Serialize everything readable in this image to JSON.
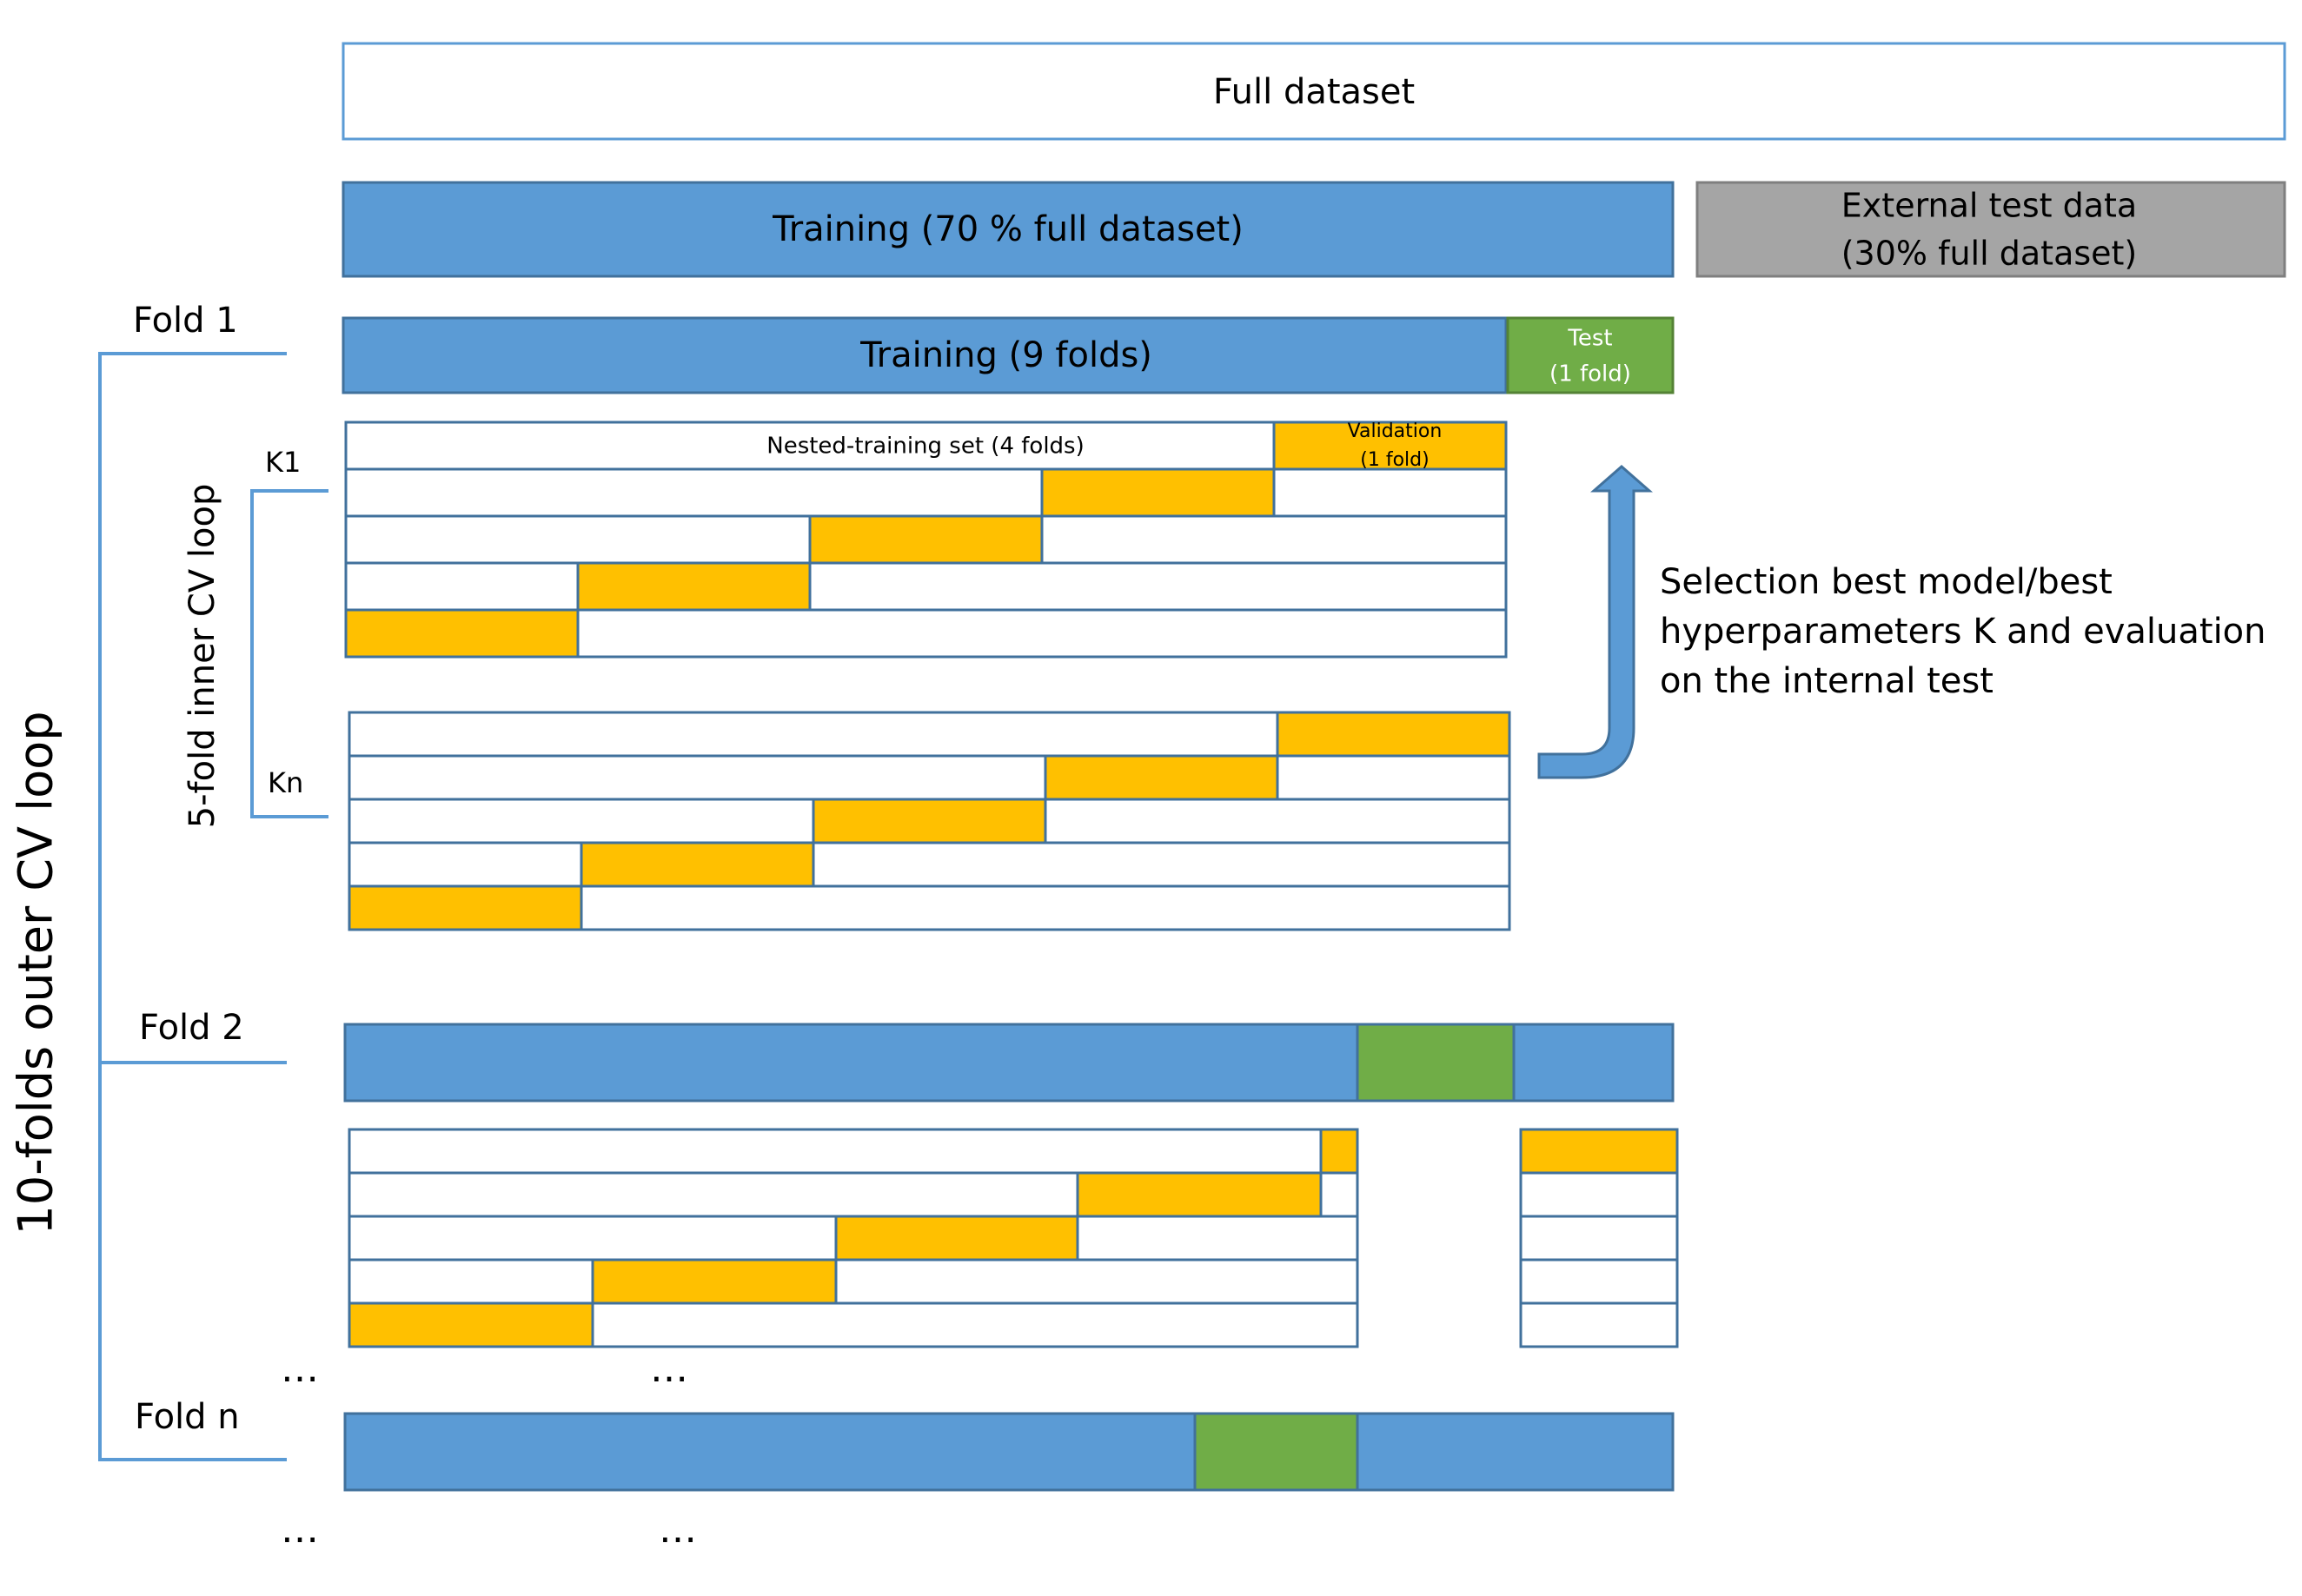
{
  "colors": {
    "blue": "#5B9BD5",
    "blue_border": "#41719C",
    "green": "#70AD47",
    "orange": "#FFC000",
    "gray": "#A5A5A5",
    "gray_border": "#7F7F7F",
    "line": "#5B9BD5",
    "text": "#1a1a1a"
  },
  "labels": {
    "full_dataset": "Full dataset",
    "training_70": "Training (70 % full dataset)",
    "external_test_line1": "External test data",
    "external_test_line2": "(30% full dataset)",
    "training_9": "Training (9 folds)",
    "test_line1": "Test",
    "test_line2": "(1 fold)",
    "nested_training": "Nested-training set (4 folds)",
    "validation_line1": "Validation",
    "validation_line2": "(1 fold)",
    "fold1": "Fold 1",
    "fold2": "Fold 2",
    "foldn": "Fold n",
    "k1": "K1",
    "kn": "Kn",
    "inner_loop": "5-fold inner CV loop",
    "outer_loop": "10-folds outer CV loop",
    "selection_line1": "Selection best model/best",
    "selection_line2": "hyperparameters K and evaluation",
    "selection_line3": "on the internal test",
    "ellipsis": "…"
  }
}
